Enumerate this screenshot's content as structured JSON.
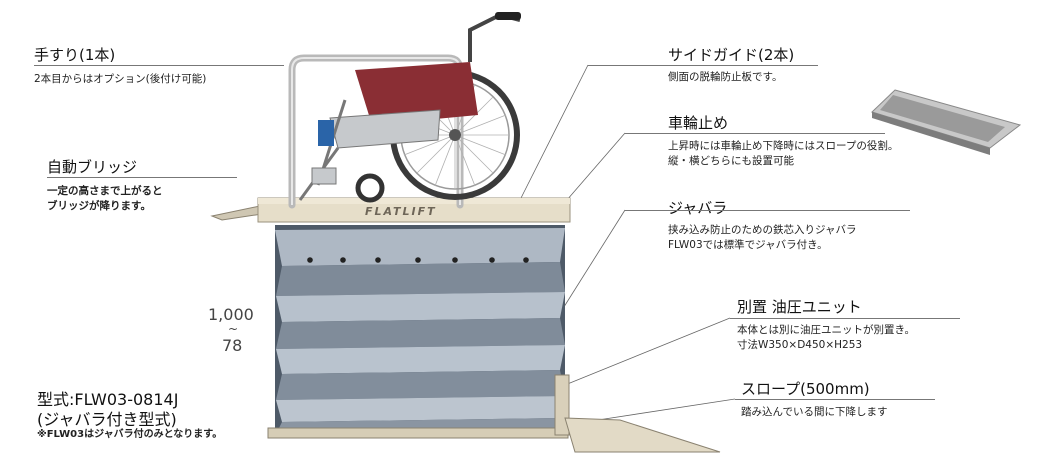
{
  "left": {
    "handrail": {
      "title": "手すり(1本)",
      "desc": "2本目からはオプション(後付け可能)"
    },
    "bridge": {
      "title": "自動ブリッジ",
      "desc_lines": [
        "一定の高さまで上がると",
        "ブリッジが降ります。"
      ]
    },
    "height": {
      "max": "1,000",
      "tilde": "~",
      "min": "78"
    },
    "model": {
      "line1": "型式:FLW03-0814J",
      "line2": "(ジャバラ付き型式)",
      "note": "※FLW03はジャバラ付のみとなります。"
    }
  },
  "machine": {
    "brand": "FLATLIFT"
  },
  "right": {
    "side_guide": {
      "title": "サイドガイド(2本)",
      "desc": "側面の脱輪防止板です。"
    },
    "wheel_stop": {
      "title": "車輪止め",
      "desc_lines": [
        "上昇時には車輪止め下降時にはスロープの役割。",
        "縦・横どちらにも設置可能"
      ]
    },
    "bellows": {
      "title": "ジャバラ",
      "desc_lines": [
        "挟み込み防止のための鉄芯入りジャバラ",
        "FLW03では標準でジャバラ付き。"
      ]
    },
    "hydraulic": {
      "title": "別置 油圧ユニット",
      "desc_lines": [
        "本体とは別に油圧ユニットが別置き。",
        "寸法W350×D450×H253"
      ]
    },
    "slope": {
      "title": "スロープ(500mm)",
      "desc": "踏み込んでいる間に下降します"
    }
  }
}
